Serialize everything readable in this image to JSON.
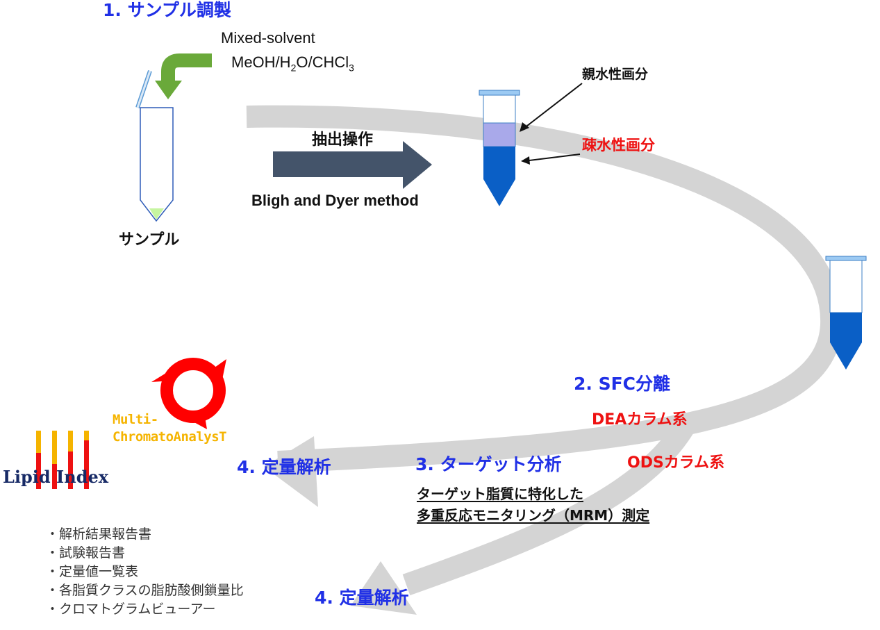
{
  "steps": {
    "step1": "1. サンプル調製",
    "step2": "2. SFC分離",
    "step3": "3. ターゲット分析",
    "step4_upper": "4. 定量解析",
    "step4_lower": "4. 定量解析"
  },
  "sample_prep": {
    "solvent_label": "Mixed-solvent",
    "solvent_formula": {
      "part1": "MeOH/H",
      "sub1": "2",
      "part2": "O/CHCl",
      "sub2": "3"
    },
    "sample_label": "サンプル",
    "extraction_label": "抽出操作",
    "method_label": "Bligh and Dyer method",
    "hydrophilic_fraction": "親水性画分",
    "hydrophobic_fraction": "疎水性画分"
  },
  "sfc": {
    "column1": "DEAカラム系",
    "column2": "ODSカラム系"
  },
  "target": {
    "line1": "ターゲット脂質に特化した",
    "line2": "多重反応モニタリング（MRM）測定"
  },
  "logos": {
    "mcat_line1": "Multi-",
    "mcat_line2": "ChromatoAnalysT",
    "lipid_index": "Lipid Index"
  },
  "deliverables": [
    "・解析結果報告書",
    "・試験報告書",
    "・定量値一覧表",
    "・各脂質クラスの脂肪酸側鎖量比",
    "・クロマトグラムビューアー"
  ],
  "colors": {
    "step_blue": "#2030e6",
    "fraction_red": "#ee1111",
    "flow_gray": "#d4d4d4",
    "arrow_green": "#6aa93a",
    "arrow_dark": "#44546a",
    "tube_blue": "#0a5fc6",
    "upper_layer": "#a9a9ea",
    "logo_red": "#ff0000",
    "logo_yellow": "#f5b400"
  }
}
